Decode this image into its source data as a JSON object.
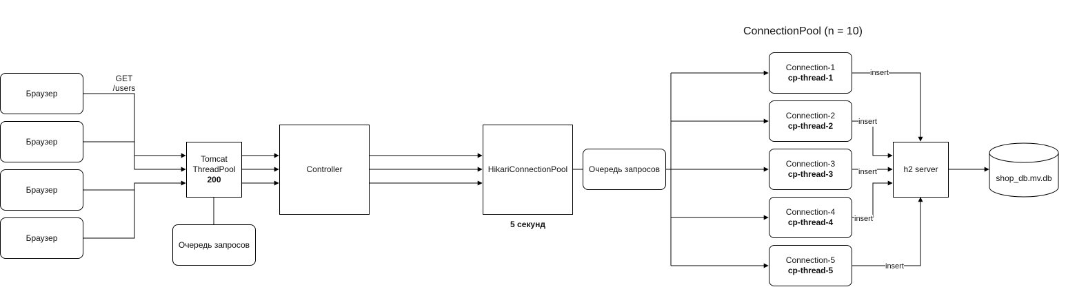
{
  "title": "ConnectionPool (n = 10)",
  "browsers": [
    "Браузер",
    "Браузер",
    "Браузер",
    "Браузер"
  ],
  "request_label_line1": "GET",
  "request_label_line2": "/users",
  "tomcat": {
    "line1": "Tomcat",
    "line2": "ThreadPool",
    "line3": "200"
  },
  "tomcat_queue": "Очередь запросов",
  "controller": "Controller",
  "hikari": "HikariConnectionPool",
  "hikari_timeout": "5 секунд",
  "hikari_queue": "Очередь запросов",
  "connections": [
    {
      "name": "Connection-1",
      "thread": "cp-thread-1",
      "edge_label": "insert"
    },
    {
      "name": "Connection-2",
      "thread": "cp-thread-2",
      "edge_label": "insert"
    },
    {
      "name": "Connection-3",
      "thread": "cp-thread-3",
      "edge_label": "insert"
    },
    {
      "name": "Connection-4",
      "thread": "cp-thread-4",
      "edge_label": "insert"
    },
    {
      "name": "Connection-5",
      "thread": "cp-thread-5",
      "edge_label": "insert"
    }
  ],
  "h2": "h2 server",
  "database": "shop_db.mv.db"
}
